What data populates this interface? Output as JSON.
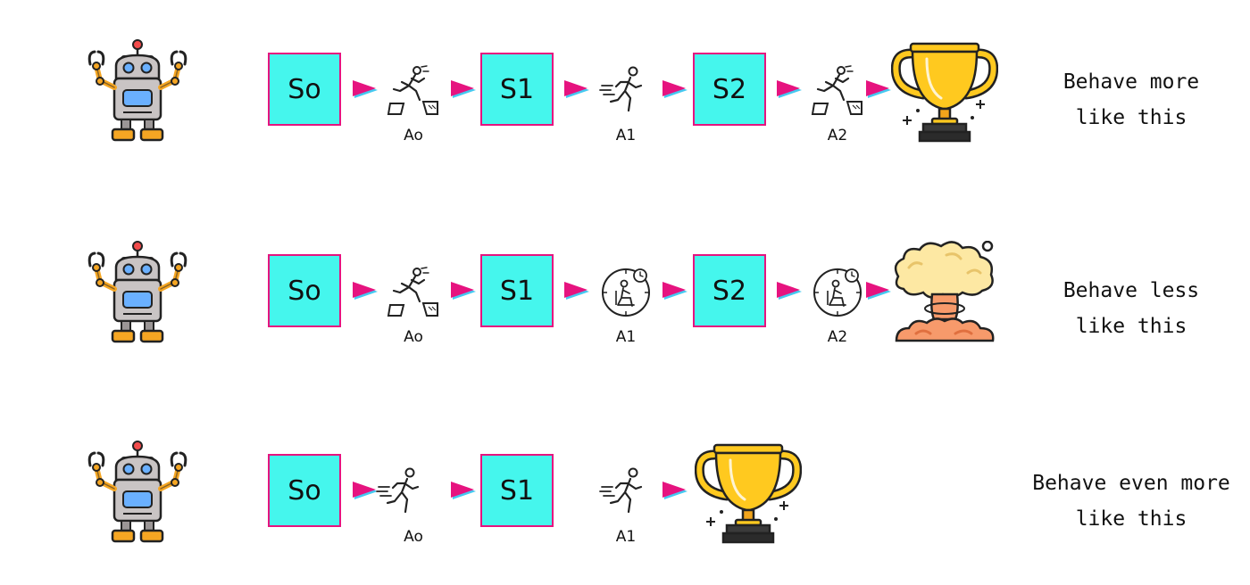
{
  "rows": [
    {
      "states": [
        "So",
        "S1",
        "S2"
      ],
      "actions": [
        {
          "label": "Ao",
          "icon": "jumping-runner-icon"
        },
        {
          "label": "A1",
          "icon": "running-person-icon"
        },
        {
          "label": "A2",
          "icon": "jumping-runner-icon"
        }
      ],
      "outcome": "trophy-icon",
      "caption": [
        "Behave more",
        "like this"
      ]
    },
    {
      "states": [
        "So",
        "S1",
        "S2"
      ],
      "actions": [
        {
          "label": "Ao",
          "icon": "jumping-runner-icon"
        },
        {
          "label": "A1",
          "icon": "waiting-clock-icon"
        },
        {
          "label": "A2",
          "icon": "waiting-clock-icon"
        }
      ],
      "outcome": "explosion-icon",
      "caption": [
        "Behave less",
        "like this"
      ]
    },
    {
      "states": [
        "So",
        "S1"
      ],
      "actions": [
        {
          "label": "Ao",
          "icon": "running-person-icon"
        },
        {
          "label": "A1",
          "icon": "running-person-icon"
        }
      ],
      "outcome": "trophy-icon",
      "caption": [
        "Behave even more",
        "like this"
      ]
    }
  ],
  "colors": {
    "state_fill": "#45f6ed",
    "state_border": "#e6137f",
    "arrow": "#e6137f",
    "arrow_shadow": "#45c9f0",
    "trophy": "#ffc91f",
    "explosion": "#fde8a3"
  }
}
